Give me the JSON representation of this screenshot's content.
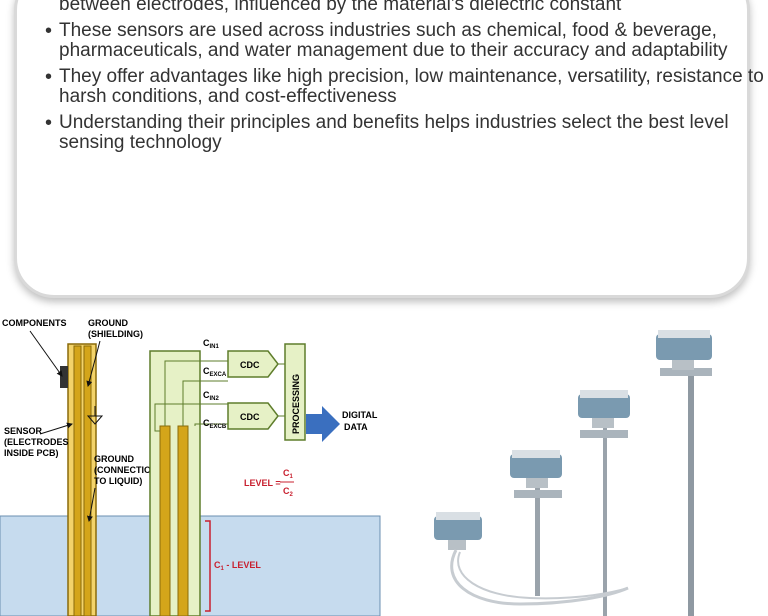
{
  "bullets": [
    "Capacitive level sensors measure material levels by detecting capacitance changes between electrodes, influenced by the material's dielectric constant",
    "These sensors are used across industries such as chemical, food & beverage, pharmaceuticals, and water management due to their accuracy and adaptability",
    "They offer advantages like high precision, low maintenance, versatility, resistance to harsh conditions, and cost-effectiveness",
    "Understanding their principles and benefits helps industries select the best level sensing technology"
  ],
  "diagram": {
    "components": "COMPONENTS",
    "ground_shielding_1": "GROUND",
    "ground_shielding_2": "(SHIELDING)",
    "sensor_1": "SENSOR",
    "sensor_2": "(ELECTRODES",
    "sensor_3": "INSIDE PCB)",
    "ground_liquid_1": "GROUND",
    "ground_liquid_2": "(CONNECTION",
    "ground_liquid_3": "TO LIQUID)",
    "cin1": "C",
    "cin1_sub": "IN1",
    "cexca": "C",
    "cexca_sub": "EXCA",
    "cin2": "C",
    "cin2_sub": "IN2",
    "cexcb": "C",
    "cexcb_sub": "EXCB",
    "cdc_top": "CDC",
    "cdc_bottom": "CDC",
    "processing": "PROCESSING",
    "digital_1": "DIGITAL",
    "digital_2": "DATA",
    "level_label": "LEVEL =",
    "level_num": "C",
    "level_num_sub": "1",
    "level_den": "C",
    "level_den_sub": "2",
    "c1_level": "C",
    "c1_level_sub": "1",
    "c1_level_rest": " - LEVEL"
  },
  "colors": {
    "gold": "#d4a51a",
    "gold_dark": "#8a6a0a",
    "green_fill": "#e6f1c6",
    "green_stroke": "#5e7d2b",
    "water": "#c6dbee",
    "arrow_blue": "#3a6fbf",
    "red": "#c8202f",
    "sensor_head": "#7a9ab0"
  }
}
